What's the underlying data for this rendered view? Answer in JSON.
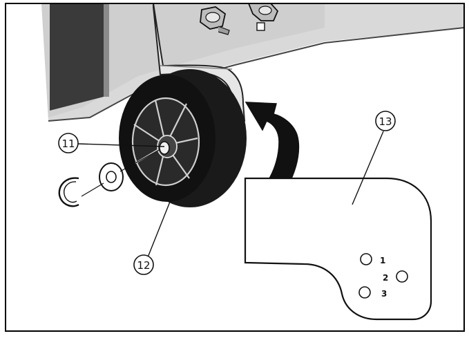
{
  "callouts": [
    {
      "id": "callout-11",
      "label": "11"
    },
    {
      "id": "callout-12",
      "label": "12"
    },
    {
      "id": "callout-13",
      "label": "13"
    }
  ],
  "plate": {
    "hole_labels": [
      "1",
      "2",
      "3"
    ]
  },
  "colors": {
    "frame": "#000000",
    "housing_fill": "#d6d6d6",
    "housing_shadow": "#a8a8a8",
    "housing_dark": "#555555",
    "tyre": "#1a1a1a",
    "background": "#ffffff"
  }
}
